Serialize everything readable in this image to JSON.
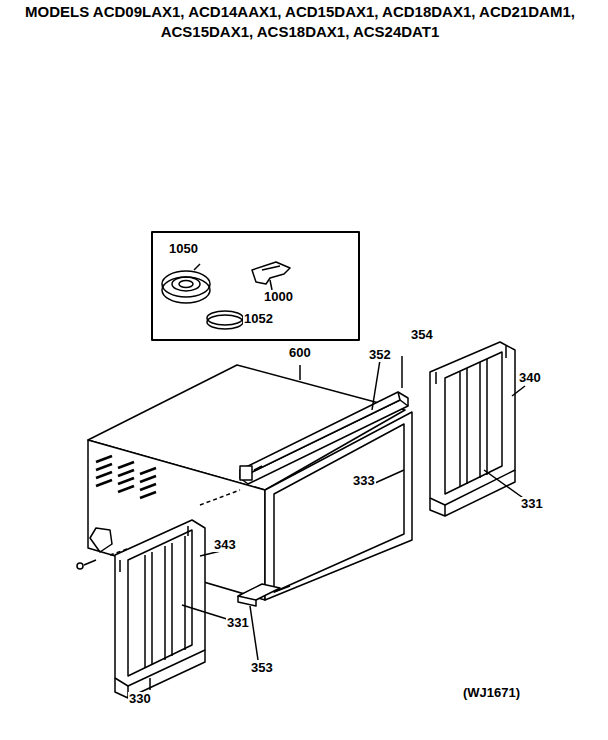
{
  "diagram": {
    "title": "MODELS ACD09LAX1, ACD14AAX1, ACD15DAX1, ACD18DAX1, ACD21DAM1, ACS15DAX1, ACS18DAX1, ACS24DAT1",
    "labels": [
      "1050",
      "1000",
      "1052",
      "600",
      "352",
      "354",
      "340",
      "333",
      "331",
      "343",
      "331",
      "353",
      "330",
      "(WJ1671)"
    ]
  }
}
